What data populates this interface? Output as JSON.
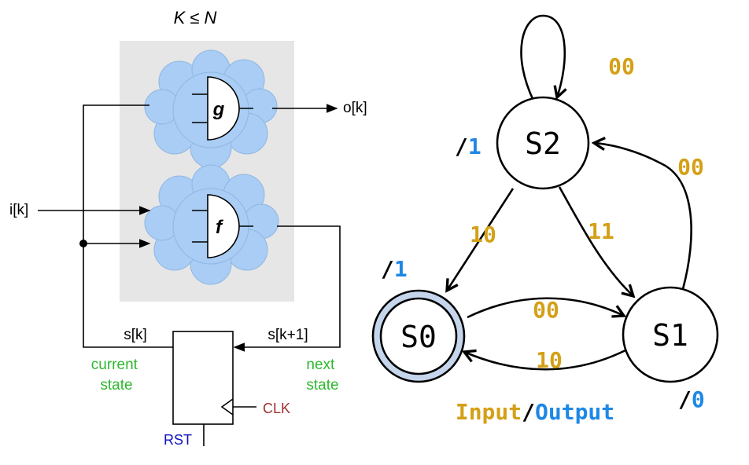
{
  "colors": {
    "input": "#d4a017",
    "output": "#1e88e5",
    "state_label": "#2eb82e",
    "clk": "#a03030",
    "rst": "#1010c0",
    "cloud": "#a9cdf4",
    "panel": "#e6e6e6",
    "accept_ring": "#c5d6ec"
  },
  "circuit": {
    "constraint": "K ≤ N",
    "gate_g": "g",
    "gate_f": "f",
    "output_label": "o[k]",
    "input_label": "i[k]",
    "state_label": "s[k]",
    "next_state_label": "s[k+1]",
    "current_state_caption": [
      "current",
      "state"
    ],
    "next_state_caption": [
      "next",
      "state"
    ],
    "clk_label": "CLK",
    "rst_label": "RST"
  },
  "fsm": {
    "states": [
      {
        "id": "S0",
        "output": "1",
        "accepting": true
      },
      {
        "id": "S1",
        "output": "0",
        "accepting": false
      },
      {
        "id": "S2",
        "output": "1",
        "accepting": false
      }
    ],
    "transitions": [
      {
        "from": "S2",
        "to": "S2",
        "input": "00"
      },
      {
        "from": "S1",
        "to": "S2",
        "input": "00"
      },
      {
        "from": "S2",
        "to": "S0",
        "input": "10"
      },
      {
        "from": "S2",
        "to": "S1",
        "input": "11"
      },
      {
        "from": "S0",
        "to": "S1",
        "input": "00"
      },
      {
        "from": "S1",
        "to": "S0",
        "input": "10"
      }
    ],
    "legend": {
      "input": "Input",
      "separator": "/",
      "output": "Output"
    }
  }
}
